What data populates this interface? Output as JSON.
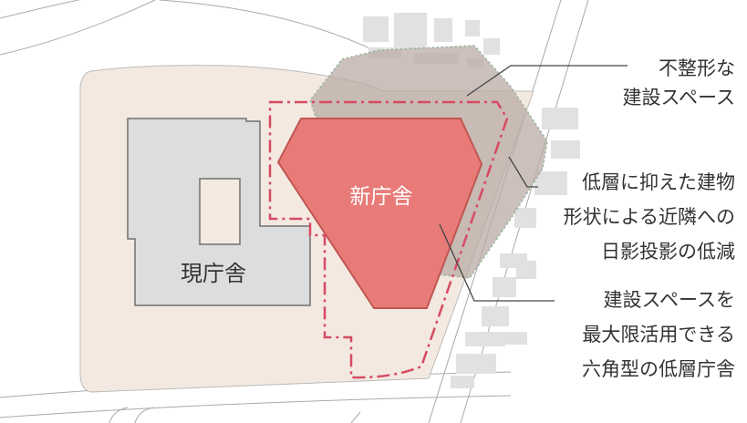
{
  "labels": {
    "new_hall": "新庁舎",
    "current_hall": "現庁舎"
  },
  "annotations": [
    {
      "id": "irregular-space",
      "lines": [
        "不整形な",
        "建設スペース"
      ]
    },
    {
      "id": "low-rise-shadow",
      "lines": [
        "低層に抑えた建物",
        "形状による近隣への",
        "日影投影の低減"
      ]
    },
    {
      "id": "hexagon-design",
      "lines": [
        "建設スペースを",
        "最大限活用できる",
        "六角型の低層庁舎"
      ]
    }
  ],
  "colors": {
    "site_fill": "#f3e9e0",
    "current_hall_fill": "#dcdddd",
    "current_hall_stroke": "#6f6f6f",
    "new_hall_fill": "#e87b78",
    "new_hall_stroke": "#c05652",
    "boundary_line": "#d64a62",
    "shadow_fill": "#b9aba4",
    "shadow_edge": "#8cb39a",
    "neighbor_buildings": "#e1e1e1",
    "leader_line": "#444444",
    "text": "#333333"
  }
}
